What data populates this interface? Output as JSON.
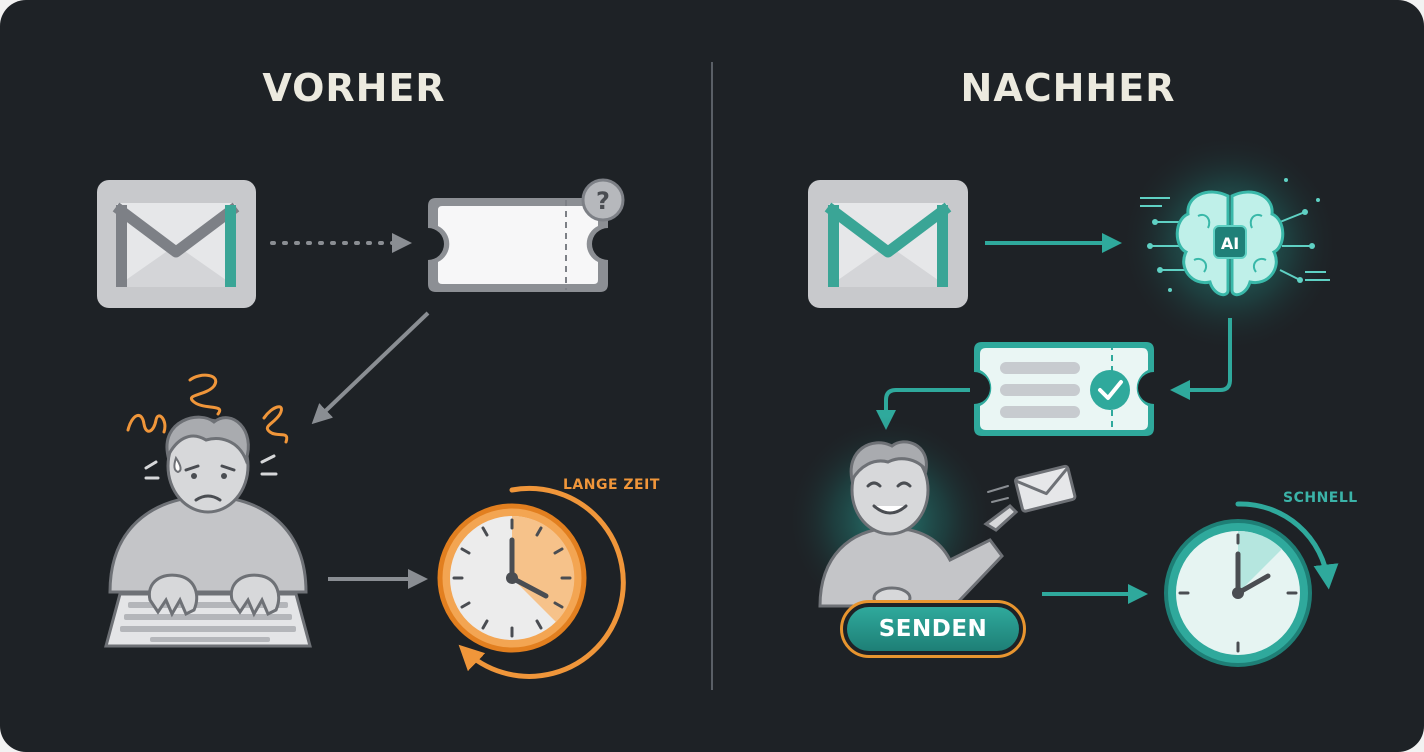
{
  "left": {
    "title": "VORHER",
    "time_label": "LANGE ZEIT"
  },
  "right": {
    "title": "NACHHER",
    "ai_badge": "AI",
    "time_label": "SCHNELL",
    "send_label": "SENDEN"
  },
  "colors": {
    "background": "#1e2226",
    "heading": "#eceadf",
    "accent_orange": "#f0963a",
    "accent_teal": "#2fa99c",
    "arrow_gray": "#8a8e93"
  },
  "icons": {
    "left": [
      "mail-icon",
      "blank-ticket-icon",
      "question-icon",
      "stressed-person-icon",
      "keyboard-icon",
      "clock-icon"
    ],
    "right": [
      "mail-icon",
      "ai-brain-icon",
      "filled-ticket-icon",
      "check-icon",
      "happy-person-icon",
      "envelope-icon",
      "clock-icon"
    ]
  }
}
